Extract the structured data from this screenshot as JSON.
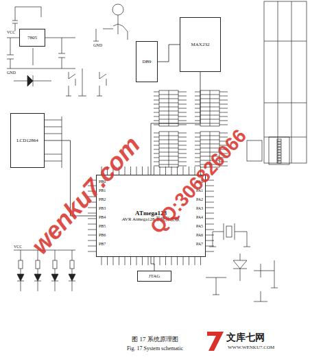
{
  "diagram": {
    "caption": "图 17 系统原理图",
    "nodes": [
      {
        "text": [
          "ATmega128",
          "AVR Atmega128 系统开发板"
        ]
      },
      {
        "text": [
          "LCD12864"
        ]
      },
      {
        "text": [
          "MAX232"
        ]
      },
      {
        "text": [
          "DB9"
        ]
      },
      {
        "text": [
          "JTAG"
        ]
      },
      {
        "text": [
          "7805"
        ]
      }
    ],
    "edges": [
      {
        "from": 0,
        "to": 1,
        "arrow": "none"
      },
      {
        "from": 0,
        "to": 2,
        "arrow": "none"
      },
      {
        "from": 2,
        "to": 3,
        "arrow": "none"
      },
      {
        "from": 0,
        "to": 4,
        "arrow": "none"
      }
    ],
    "labels": [
      "PB0",
      "PB1",
      "PB2",
      "PB3",
      "PB4",
      "PB5",
      "PB6",
      "PB7",
      "PA0",
      "PA1",
      "PA2",
      "PA3",
      "PA4",
      "PA5",
      "PA6",
      "PA7",
      "VCC",
      "GND",
      "VCC",
      "GND",
      "Fig. 17 System schematic",
      "wenku7.com",
      "QQ:306826066",
      "文库七网",
      "WWW.WENKU7.COM"
    ]
  }
}
